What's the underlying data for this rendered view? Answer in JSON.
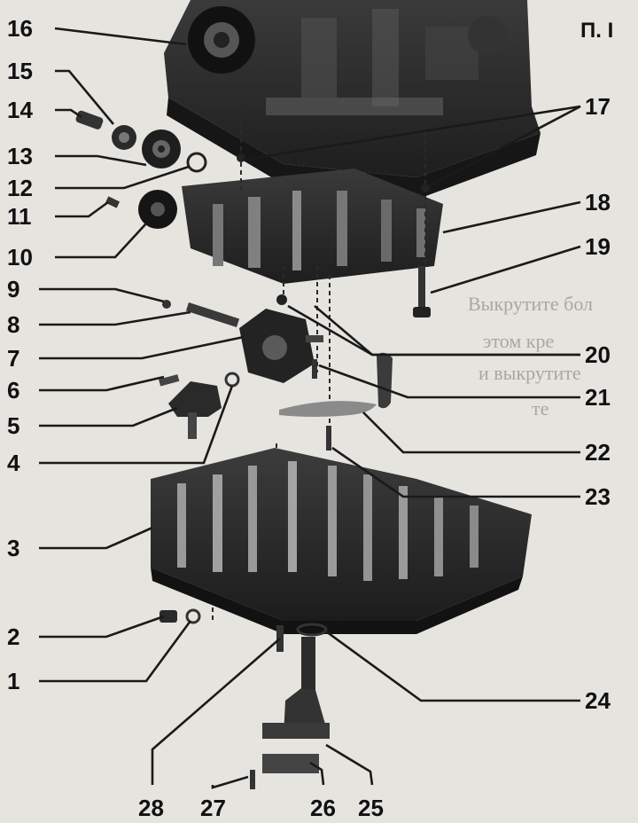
{
  "figure": {
    "id": "П. I"
  },
  "background_text": [
    "Выкрутите бол",
    "этом  кре",
    "и выкрутите",
    "те"
  ],
  "callouts": [
    {
      "number": "1"
    },
    {
      "number": "2"
    },
    {
      "number": "3"
    },
    {
      "number": "4"
    },
    {
      "number": "5"
    },
    {
      "number": "6"
    },
    {
      "number": "7"
    },
    {
      "number": "8"
    },
    {
      "number": "9"
    },
    {
      "number": "10"
    },
    {
      "number": "11"
    },
    {
      "number": "12"
    },
    {
      "number": "13"
    },
    {
      "number": "14"
    },
    {
      "number": "15"
    },
    {
      "number": "16"
    },
    {
      "number": "17"
    },
    {
      "number": "18"
    },
    {
      "number": "19"
    },
    {
      "number": "20"
    },
    {
      "number": "21"
    },
    {
      "number": "22"
    },
    {
      "number": "23"
    },
    {
      "number": "24"
    },
    {
      "number": "25"
    },
    {
      "number": "26"
    },
    {
      "number": "27"
    },
    {
      "number": "28"
    }
  ],
  "colors": {
    "paper": "#e6e4df",
    "ink": "#111111",
    "metal_dark": "#2b2b2b",
    "metal_mid": "#4a4a4a",
    "metal_light": "#8c8c8c"
  }
}
